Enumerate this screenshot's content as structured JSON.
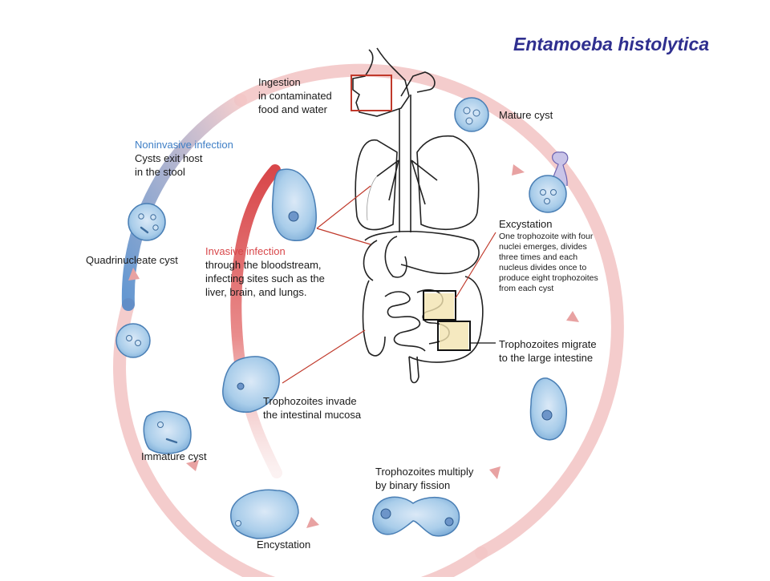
{
  "title": "Entamoeba histolytica",
  "colors": {
    "cycle_arrow": "#f3c6c6",
    "invasive": "#d8474a",
    "noninvasive": "#3f7fc6",
    "cell_fill": "#a9cdea",
    "cell_stroke": "#4a7fb5",
    "title": "#2f2f8f",
    "highlight_box": "#c0392b"
  },
  "labels": {
    "ingestion": [
      "Ingestion",
      "in contaminated",
      "food and water"
    ],
    "mature_cyst": "Mature cyst",
    "excystation_title": "Excystation",
    "excystation_text": [
      "One trophozoite with four",
      "nuclei emerges, divides",
      "three times and each",
      "nucleus divides once to",
      "produce eight trophozoites",
      "from each cyst"
    ],
    "trophozoites_migrate": [
      "Trophozoites  migrate",
      "to the large intestine"
    ],
    "trophozoites_multiply": [
      "Trophozoites multiply",
      "by binary fission"
    ],
    "encystation": "Encystation",
    "immature_cyst": "Immature cyst",
    "trophozoites_invade": [
      "Trophozoites invade",
      "the intestinal mucosa"
    ],
    "quadrinucleate_cyst": "Quadrinucleate cyst",
    "invasive_title": "Invasive infection",
    "invasive_text": [
      "through the bloodstream,",
      "infecting sites such as the",
      "liver, brain, and lungs."
    ],
    "noninvasive_title": "Noninvasive infection",
    "noninvasive_text": [
      "Cysts exit host",
      "in the stool"
    ]
  },
  "icons": [
    "cycle-arrow",
    "cyst-cell",
    "trophozoite-cell",
    "digestive-system",
    "callout-box"
  ]
}
